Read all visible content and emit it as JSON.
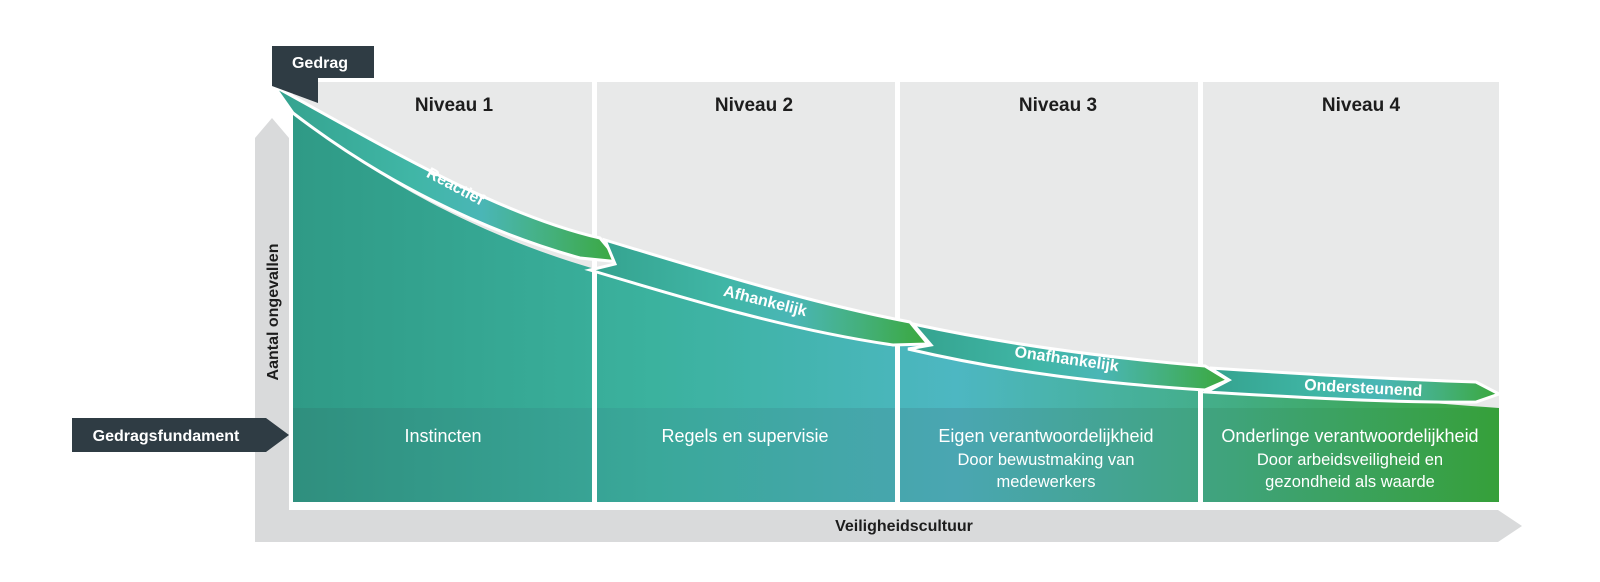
{
  "tags": {
    "behavior": "Gedrag",
    "foundation": "Gedragsfundament"
  },
  "axes": {
    "y_label": "Aantal ongevallen",
    "x_label": "Veiligheidscultuur"
  },
  "levels": [
    {
      "title": "Niveau 1",
      "phase": "Reactief",
      "foundation_main": "Instincten",
      "foundation_sub": [
        "",
        ""
      ]
    },
    {
      "title": "Niveau 2",
      "phase": "Afhankelijk",
      "foundation_main": "Regels en supervisie",
      "foundation_sub": [
        "",
        ""
      ]
    },
    {
      "title": "Niveau 3",
      "phase": "Onafhankelijk",
      "foundation_main": "Eigen verantwoordelijkheid",
      "foundation_sub": [
        "Door bewustmaking van",
        "medewerkers"
      ]
    },
    {
      "title": "Niveau 4",
      "phase": "Ondersteunend",
      "foundation_main": "Onderlinge verantwoordelijkheid",
      "foundation_sub": [
        "Door arbeidsveiligheid en",
        "gezondheid als waarde"
      ]
    }
  ],
  "colors": {
    "teal_dark": "#2e8c7c",
    "teal": "#3eb29f",
    "cyan": "#4fb5c3",
    "green": "#3aa43e",
    "panel_gray": "#e8e9e9",
    "axis_gray": "#d9dadb",
    "tag_dark": "#2f3c44"
  }
}
